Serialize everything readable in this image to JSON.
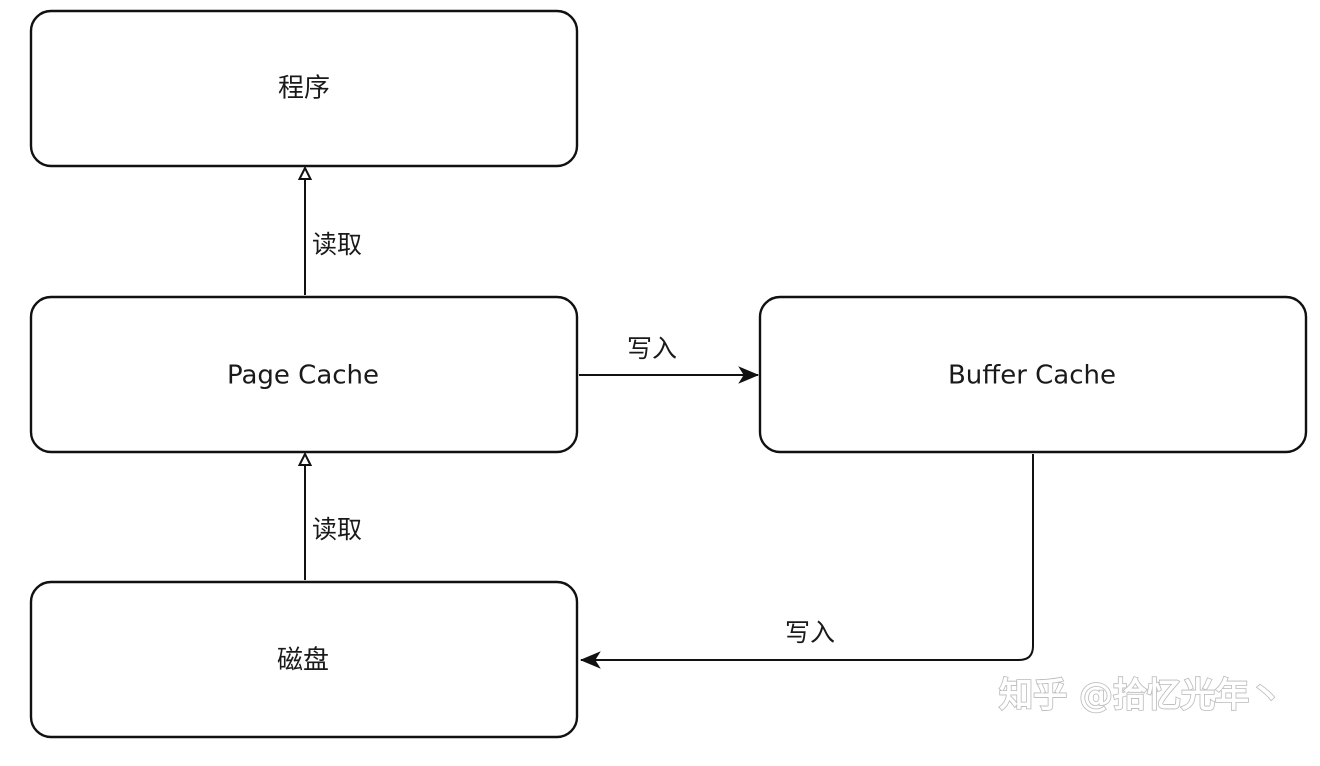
{
  "nodes": {
    "program": {
      "label": "程序"
    },
    "page_cache": {
      "label": "Page Cache"
    },
    "buffer_cache": {
      "label": "Buffer Cache"
    },
    "disk": {
      "label": "磁盘"
    }
  },
  "edges": {
    "disk_to_page_cache": {
      "label": "读取"
    },
    "page_cache_to_program": {
      "label": "读取"
    },
    "page_cache_to_buffer_cache": {
      "label": "写入"
    },
    "buffer_cache_to_disk": {
      "label": "写入"
    }
  },
  "watermark": {
    "text": "知乎 @拾忆光年丶"
  }
}
